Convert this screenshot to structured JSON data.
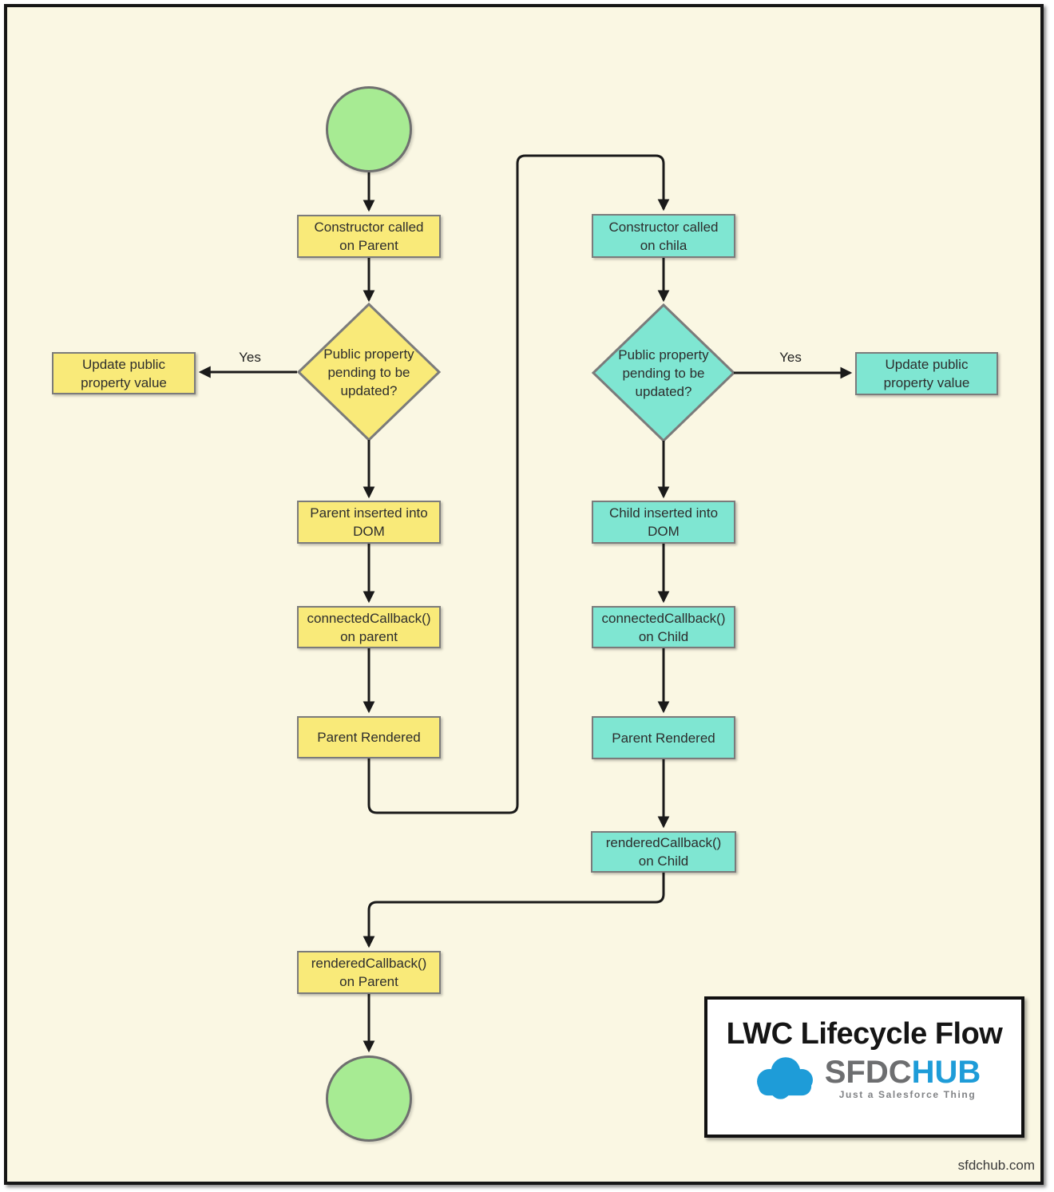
{
  "watermark": "sfdchub.com",
  "labels": {
    "yes_left": "Yes",
    "yes_right": "Yes"
  },
  "parent_flow": {
    "constructor": "Constructor called\non Parent",
    "decision": "Public property\npending to be\nupdated?",
    "update_property": "Update public\nproperty value",
    "inserted_dom": "Parent inserted into\nDOM",
    "connected_callback": "connectedCallback()\non parent",
    "rendered": "Parent Rendered",
    "rendered_callback": "renderedCallback()\non Parent"
  },
  "child_flow": {
    "constructor": "Constructor called\non chila",
    "decision": "Public property\npending to be\nupdated?",
    "update_property": "Update public\nproperty value",
    "inserted_dom": "Child inserted into\nDOM",
    "connected_callback": "connectedCallback()\non Child",
    "rendered": "Parent Rendered",
    "rendered_callback": "renderedCallback()\non Child"
  },
  "logo": {
    "title": "LWC Lifecycle Flow",
    "brand_primary": "SFDC",
    "brand_secondary": "HUB",
    "tagline": "Just a Salesforce Thing"
  },
  "colors": {
    "background": "#FAF7E3",
    "parent_node_fill": "#F9EA79",
    "child_node_fill": "#7FE6D2",
    "terminal_fill": "#A7EB93",
    "node_border": "#7B7B7B",
    "connector": "#1A1A1A",
    "brand_blue": "#1E9CD8",
    "brand_gray": "#6D6E70",
    "tagline_gray": "#808285"
  }
}
